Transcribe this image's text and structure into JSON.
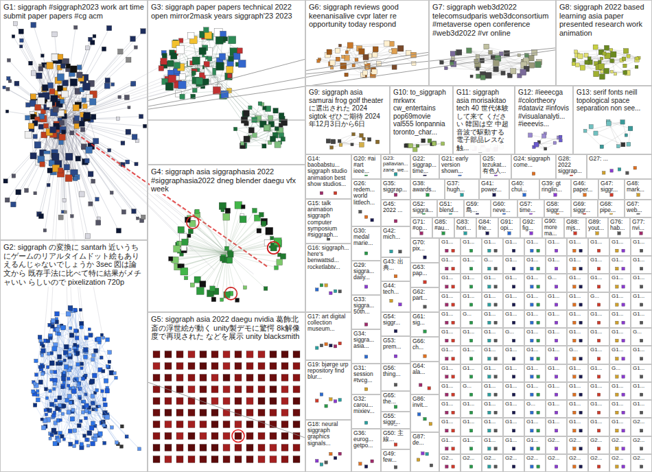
{
  "diagram": {
    "nodes": [
      {
        "text": [
          "G1: siggraph #siggraph2023 work art time submit paper papers #cg acm"
        ]
      },
      {
        "text": [
          "G2: siggraph の変換に santarh 近いうちにゲームのリアルタイムドット絵もありえるんじゃないでしょうか 3sec 図は論文から 既存手法に比べて特に結果がメチャいい らしいので pixelization 720p"
        ]
      },
      {
        "text": [
          "G3: siggraph paper papers technical 2022 open mirror2mask years siggraph'23 2023"
        ]
      },
      {
        "text": [
          "G4: siggraph asia siggraphasia 2022 #siggraphasia2022 dneg blender daegu vfx week"
        ]
      },
      {
        "text": [
          "G5: siggraph asia 2022 daegu nvidia 葛飾北斎の浮世絵が動く unity製デモに驚愕 8k解像度で再現された などを展示 unity blacksmith"
        ]
      },
      {
        "text": [
          "G6: siggraph reviews good keenanisalive cvpr later re opportunity today respond"
        ]
      },
      {
        "text": [
          "G7: siggraph web3d2022 telecomsudparis web3dconsortium #metaverse open conference #web3d2022 #vr online"
        ]
      },
      {
        "text": [
          "G8: siggraph 2022 based learning asia paper presented research work animation"
        ]
      },
      {
        "text": [
          "G9: siggraph asia samurai frog golf theaterに選出された 2024 sigtok ぜひご期待 2024年12月3日から6日"
        ]
      },
      {
        "text": [
          "G10: to_siggraph mrkwrx cw_entertains pop69movie val555 lonpannia toronto_char..."
        ]
      },
      {
        "text": [
          "G11: siggraph asia morisakitao tech 40 世代体験して来て ください 韓国は空 中超音波で駆動する 電子部品レスな触..."
        ]
      },
      {
        "text": [
          "G12: #ieeecga #colortheory #dataviz #infovis #visualanalyti... #ieeevis..."
        ]
      },
      {
        "text": [
          "G13: serif fonts neill topological space separation non see..."
        ]
      },
      {
        "text": [
          "G14: baobabstu... siggraph studio animation best show studios..."
        ]
      },
      {
        "text": [
          "G20: #ai #art ieee..."
        ]
      },
      {
        "text": [
          "G23: pallavian... zane_we..."
        ]
      },
      {
        "text": [
          "G22: siggrap... time..."
        ]
      },
      {
        "text": [
          "G21: early version shown..."
        ]
      },
      {
        "text": [
          "G25: tezukat... 有色人..."
        ]
      },
      {
        "text": [
          "G24: siggraph come..."
        ]
      },
      {
        "text": [
          "G28: 2022 siggrap..."
        ]
      },
      {
        "text": [
          "G27: ..."
        ]
      },
      {
        "text": [
          "G26: redem... world littlech..."
        ]
      },
      {
        "text": [
          "G35: siggrap..."
        ]
      },
      {
        "text": [
          "G38: awards..."
        ]
      },
      {
        "text": [
          "G37: hugh..."
        ]
      },
      {
        "text": [
          "G41: power..."
        ]
      },
      {
        "text": [
          "G40: chui..."
        ]
      },
      {
        "text": [
          "G39: gt ringlin..."
        ]
      },
      {
        "text": [
          "G46: paper..."
        ]
      },
      {
        "text": [
          "G47: siggr..."
        ]
      },
      {
        "text": [
          "G48: mark..."
        ]
      },
      {
        "text": [
          "G15: talk animation siggraph computer symposium #siggraph..."
        ]
      },
      {
        "text": [
          "G45: 2022 ..."
        ]
      },
      {
        "text": [
          "G52: siggra..."
        ]
      },
      {
        "text": [
          "G51: blend..."
        ]
      },
      {
        "text": [
          "G59: 島..."
        ]
      },
      {
        "text": [
          "G60: neve..."
        ]
      },
      {
        "text": [
          "G57: time..."
        ]
      },
      {
        "text": [
          "G58: siggr..."
        ]
      },
      {
        "text": [
          "G69: siggr..."
        ]
      },
      {
        "text": [
          "G68: pipe..."
        ]
      },
      {
        "text": [
          "G67: web..."
        ]
      },
      {
        "text": [
          "G71: #op..."
        ]
      },
      {
        "text": [
          "G85: #au..."
        ]
      },
      {
        "text": [
          "G83: hori..."
        ]
      },
      {
        "text": [
          "G84: frie..."
        ]
      },
      {
        "text": [
          "G91: opi..."
        ]
      },
      {
        "text": [
          "G92: fig..."
        ]
      },
      {
        "text": [
          "G90: more ma..."
        ]
      },
      {
        "text": [
          "G88: mjs..."
        ]
      },
      {
        "text": [
          "G89: yout..."
        ]
      },
      {
        "text": [
          "G76: hab..."
        ]
      },
      {
        "text": [
          "G77: nvi..."
        ]
      },
      {
        "text": [
          "G30: medal marie..."
        ]
      },
      {
        "text": [
          "G42: mich..."
        ]
      },
      {
        "text": [
          "G70: pix..."
        ]
      },
      {
        "text": [
          "G16: siggraph... here's benwattsd... rocketlabtv..."
        ]
      },
      {
        "text": [
          "G29: siggra... daily..."
        ]
      },
      {
        "text": [
          "G43: 出典..."
        ]
      },
      {
        "text": [
          "G63: pap..."
        ]
      },
      {
        "text": [
          "G44: tech..."
        ]
      },
      {
        "text": [
          "G62: part..."
        ]
      },
      {
        "text": [
          "G33: siggra... 50th..."
        ]
      },
      {
        "text": [
          "G61: sig..."
        ]
      },
      {
        "text": [
          "G17: art digital collection museum..."
        ]
      },
      {
        "text": [
          "G54: siggr..."
        ]
      },
      {
        "text": [
          "G34: siggra... asia..."
        ]
      },
      {
        "text": [
          "G53: prem..."
        ]
      },
      {
        "text": [
          "G66: ch..."
        ]
      },
      {
        "text": [
          "G19: bjørge urp repository find blur..."
        ]
      },
      {
        "text": [
          "G31: session #tvcg..."
        ]
      },
      {
        "text": [
          "G56: thing..."
        ]
      },
      {
        "text": [
          "G64: ala..."
        ]
      },
      {
        "text": [
          "G65: the..."
        ]
      },
      {
        "text": [
          "G32: carou... mixiev..."
        ]
      },
      {
        "text": [
          "G55: siggr..."
        ]
      },
      {
        "text": [
          "G86: invit..."
        ]
      },
      {
        "text": [
          "G18: neural siggraph graphics signals..."
        ]
      },
      {
        "text": [
          "G36: eurog... getpo..."
        ]
      },
      {
        "text": [
          "G50: 主線..."
        ]
      },
      {
        "text": [
          "G87: de..."
        ]
      },
      {
        "text": [
          "G49: few..."
        ]
      },
      {
        "text": [
          "G1..."
        ]
      },
      {
        "text": [
          "G1..."
        ]
      },
      {
        "text": [
          "G1..."
        ]
      },
      {
        "text": [
          "G1..."
        ]
      },
      {
        "text": [
          "G1..."
        ]
      },
      {
        "text": [
          "G1..."
        ]
      },
      {
        "text": [
          "G1..."
        ]
      },
      {
        "text": [
          "G1..."
        ]
      },
      {
        "text": [
          "G1..."
        ]
      },
      {
        "text": [
          "G1..."
        ]
      },
      {
        "text": [
          "G1..."
        ]
      },
      {
        "text": [
          "G1..."
        ]
      },
      {
        "text": [
          "G..."
        ]
      },
      {
        "text": [
          "G1..."
        ]
      },
      {
        "text": [
          "G1..."
        ]
      },
      {
        "text": [
          "G1..."
        ]
      },
      {
        "text": [
          "G1..."
        ]
      },
      {
        "text": [
          "G1..."
        ]
      },
      {
        "text": [
          "G1..."
        ]
      },
      {
        "text": [
          "G1..."
        ]
      },
      {
        "text": [
          "G1..."
        ]
      },
      {
        "text": [
          "G1..."
        ]
      },
      {
        "text": [
          "G1..."
        ]
      },
      {
        "text": [
          "G1..."
        ]
      },
      {
        "text": [
          "G1..."
        ]
      },
      {
        "text": [
          "G..."
        ]
      },
      {
        "text": [
          "G1..."
        ]
      },
      {
        "text": [
          "G1..."
        ]
      },
      {
        "text": [
          "G1..."
        ]
      },
      {
        "text": [
          "G1..."
        ]
      },
      {
        "text": [
          "G1..."
        ]
      },
      {
        "text": [
          "G1..."
        ]
      },
      {
        "text": [
          "G1..."
        ]
      },
      {
        "text": [
          "G1..."
        ]
      },
      {
        "text": [
          "G1..."
        ]
      },
      {
        "text": [
          "G1..."
        ]
      },
      {
        "text": [
          "G1..."
        ]
      },
      {
        "text": [
          "G..."
        ]
      },
      {
        "text": [
          "G1..."
        ]
      },
      {
        "text": [
          "G1..."
        ]
      },
      {
        "text": [
          "G1..."
        ]
      },
      {
        "text": [
          "G..."
        ]
      },
      {
        "text": [
          "G1..."
        ]
      },
      {
        "text": [
          "G1..."
        ]
      },
      {
        "text": [
          "G1..."
        ]
      },
      {
        "text": [
          "G1..."
        ]
      },
      {
        "text": [
          "G1..."
        ]
      },
      {
        "text": [
          "G1..."
        ]
      },
      {
        "text": [
          "G1..."
        ]
      },
      {
        "text": [
          "G1..."
        ]
      },
      {
        "text": [
          "G1..."
        ]
      },
      {
        "text": [
          "G1..."
        ]
      },
      {
        "text": [
          "G1..."
        ]
      },
      {
        "text": [
          "G..."
        ]
      },
      {
        "text": [
          "G1..."
        ]
      },
      {
        "text": [
          "G1..."
        ]
      },
      {
        "text": [
          "G1..."
        ]
      },
      {
        "text": [
          "G1..."
        ]
      },
      {
        "text": [
          "G1..."
        ]
      },
      {
        "text": [
          "G..."
        ]
      },
      {
        "text": [
          "G1..."
        ]
      },
      {
        "text": [
          "G1..."
        ]
      },
      {
        "text": [
          "G1..."
        ]
      },
      {
        "text": [
          "G1..."
        ]
      },
      {
        "text": [
          "G1..."
        ]
      },
      {
        "text": [
          "G1..."
        ]
      },
      {
        "text": [
          "G..."
        ]
      },
      {
        "text": [
          "G1..."
        ]
      },
      {
        "text": [
          "G1..."
        ]
      },
      {
        "text": [
          "G1..."
        ]
      },
      {
        "text": [
          "G1..."
        ]
      },
      {
        "text": [
          "G1..."
        ]
      },
      {
        "text": [
          "G1..."
        ]
      },
      {
        "text": [
          "G1..."
        ]
      },
      {
        "text": [
          "G1..."
        ]
      },
      {
        "text": [
          "G1..."
        ]
      },
      {
        "text": [
          "G1..."
        ]
      },
      {
        "text": [
          "G1..."
        ]
      },
      {
        "text": [
          "G..."
        ]
      },
      {
        "text": [
          "G1..."
        ]
      },
      {
        "text": [
          "G1..."
        ]
      },
      {
        "text": [
          "G..."
        ]
      },
      {
        "text": [
          "G1..."
        ]
      },
      {
        "text": [
          "G1..."
        ]
      },
      {
        "text": [
          "G1..."
        ]
      },
      {
        "text": [
          "G1..."
        ]
      },
      {
        "text": [
          "G1..."
        ]
      },
      {
        "text": [
          "G1..."
        ]
      },
      {
        "text": [
          "G1..."
        ]
      },
      {
        "text": [
          "G1..."
        ]
      },
      {
        "text": [
          "G1..."
        ]
      },
      {
        "text": [
          "G1..."
        ]
      },
      {
        "text": [
          "G1..."
        ]
      },
      {
        "text": [
          "G1..."
        ]
      },
      {
        "text": [
          "G..."
        ]
      },
      {
        "text": [
          "G1..."
        ]
      },
      {
        "text": [
          "G1..."
        ]
      },
      {
        "text": [
          "G1..."
        ]
      },
      {
        "text": [
          "G1..."
        ]
      },
      {
        "text": [
          "G1..."
        ]
      },
      {
        "text": [
          "G1..."
        ]
      },
      {
        "text": [
          "G1..."
        ]
      },
      {
        "text": [
          "G1..."
        ]
      },
      {
        "text": [
          "G1..."
        ]
      },
      {
        "text": [
          "G1..."
        ]
      },
      {
        "text": [
          "G1..."
        ]
      },
      {
        "text": [
          "G1..."
        ]
      },
      {
        "text": [
          "G1..."
        ]
      },
      {
        "text": [
          "G1..."
        ]
      },
      {
        "text": [
          "G2..."
        ]
      },
      {
        "text": [
          "G1..."
        ]
      },
      {
        "text": [
          "G1..."
        ]
      },
      {
        "text": [
          "G1..."
        ]
      },
      {
        "text": [
          "G1..."
        ]
      },
      {
        "text": [
          "G1..."
        ]
      },
      {
        "text": [
          "G2..."
        ]
      },
      {
        "text": [
          "G2..."
        ]
      },
      {
        "text": [
          "G2..."
        ]
      },
      {
        "text": [
          "G2..."
        ]
      },
      {
        "text": [
          "G2..."
        ]
      },
      {
        "text": [
          "G2..."
        ]
      },
      {
        "text": [
          "G2..."
        ]
      },
      {
        "text": [
          "G2..."
        ]
      },
      {
        "text": [
          "G2..."
        ]
      },
      {
        "text": [
          "G2..."
        ]
      },
      {
        "text": [
          "G2..."
        ]
      },
      {
        "text": [
          "G2..."
        ]
      },
      {
        "text": [
          "G2..."
        ]
      },
      {
        "text": [
          "G2..."
        ]
      },
      {
        "text": [
          "G2..."
        ]
      }
    ],
    "edges": [
      {
        "from": 0,
        "to": 5,
        "arrow": "none"
      },
      {
        "from": 0,
        "to": 6,
        "arrow": "none"
      },
      {
        "from": 0,
        "to": 7,
        "arrow": "none"
      },
      {
        "from": 0,
        "to": 8,
        "arrow": "none"
      },
      {
        "from": 2,
        "to": 6,
        "arrow": "none"
      },
      {
        "from": 2,
        "to": 7,
        "arrow": "none"
      },
      {
        "from": 1,
        "to": 78,
        "arrow": "none"
      }
    ]
  }
}
